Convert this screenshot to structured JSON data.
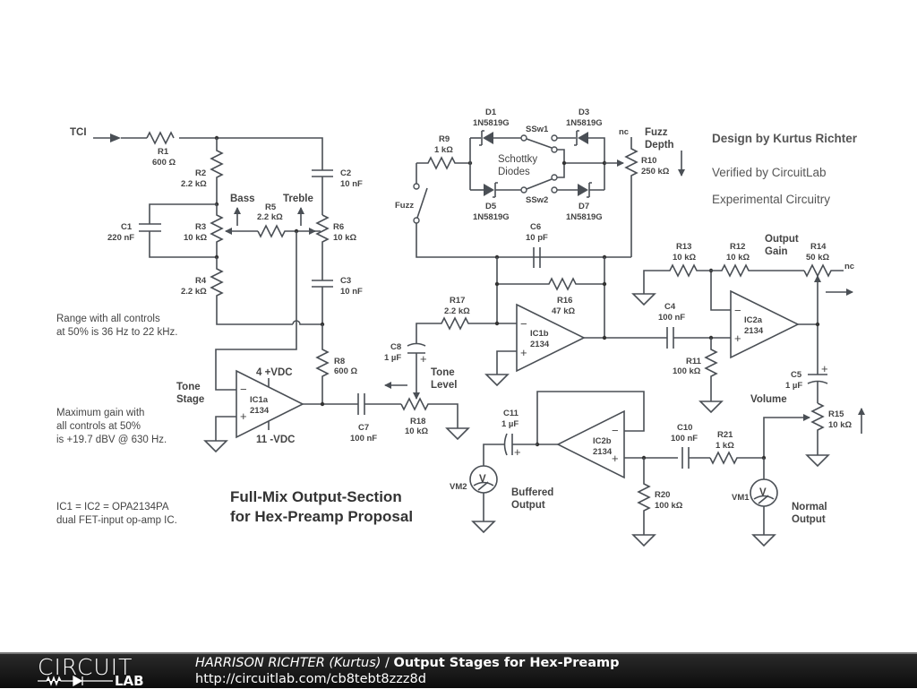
{
  "schematic": {
    "title_line1": "Full-Mix Output-Section",
    "title_line2": "for Hex-Preamp Proposal",
    "credits": {
      "design": "Design by Kurtus Richter",
      "verified": "Verified by CircuitLab",
      "experimental": "Experimental Circuitry"
    },
    "notes": {
      "range_line1": "Range with all controls",
      "range_line2": "at 50% is 36 Hz to 22 kHz.",
      "gain_line1": "Maximum gain with",
      "gain_line2": "all controls at 50%",
      "gain_line3": "is +19.7 dBV @ 630 Hz.",
      "ic_line1": "IC1 = IC2 = OPA2134PA",
      "ic_line2": "dual FET-input op-amp IC."
    },
    "input_label": "TCI",
    "controls": {
      "bass": "Bass",
      "treble": "Treble",
      "fuzz": "Fuzz",
      "fuzz_depth_1": "Fuzz",
      "fuzz_depth_2": "Depth",
      "tone_level_1": "Tone",
      "tone_level_2": "Level",
      "tone_stage_1": "Tone",
      "tone_stage_2": "Stage",
      "output_gain_1": "Output",
      "output_gain_2": "Gain",
      "volume": "Volume",
      "buffered_1": "Buffered",
      "buffered_2": "Output",
      "normal_1": "Normal",
      "normal_2": "Output",
      "nc": "nc",
      "schottky_1": "Schottky",
      "schottky_2": "Diodes",
      "vplus": "4 +VDC",
      "vminus": "11 -VDC"
    },
    "components": {
      "R1": {
        "name": "R1",
        "value": "600 Ω"
      },
      "R2": {
        "name": "R2",
        "value": "2.2 kΩ"
      },
      "R3": {
        "name": "R3",
        "value": "10 kΩ"
      },
      "R4": {
        "name": "R4",
        "value": "2.2 kΩ"
      },
      "R5": {
        "name": "R5",
        "value": "2.2 kΩ"
      },
      "R6": {
        "name": "R6",
        "value": "10 kΩ"
      },
      "R8": {
        "name": "R8",
        "value": "600 Ω"
      },
      "R9": {
        "name": "R9",
        "value": "1 kΩ"
      },
      "R10": {
        "name": "R10",
        "value": "250 kΩ"
      },
      "R11": {
        "name": "R11",
        "value": "100 kΩ"
      },
      "R12": {
        "name": "R12",
        "value": "10 kΩ"
      },
      "R13": {
        "name": "R13",
        "value": "10 kΩ"
      },
      "R14": {
        "name": "R14",
        "value": "50 kΩ"
      },
      "R15": {
        "name": "R15",
        "value": "10 kΩ"
      },
      "R16": {
        "name": "R16",
        "value": "47 kΩ"
      },
      "R17": {
        "name": "R17",
        "value": "2.2 kΩ"
      },
      "R18": {
        "name": "R18",
        "value": "10 kΩ"
      },
      "R20": {
        "name": "R20",
        "value": "100 kΩ"
      },
      "R21": {
        "name": "R21",
        "value": "1 kΩ"
      },
      "C1": {
        "name": "C1",
        "value": "220 nF"
      },
      "C2": {
        "name": "C2",
        "value": "10 nF"
      },
      "C3": {
        "name": "C3",
        "value": "10 nF"
      },
      "C4": {
        "name": "C4",
        "value": "100 nF"
      },
      "C5": {
        "name": "C5",
        "value": "1 µF"
      },
      "C6": {
        "name": "C6",
        "value": "10 pF"
      },
      "C7": {
        "name": "C7",
        "value": "100 nF"
      },
      "C8": {
        "name": "C8",
        "value": "1 µF"
      },
      "C10": {
        "name": "C10",
        "value": "100 nF"
      },
      "C11": {
        "name": "C11",
        "value": "1 µF"
      },
      "D1": {
        "name": "D1",
        "value": "1N5819G"
      },
      "D3": {
        "name": "D3",
        "value": "1N5819G"
      },
      "D5": {
        "name": "D5",
        "value": "1N5819G"
      },
      "D7": {
        "name": "D7",
        "value": "1N5819G"
      },
      "SSw1": {
        "name": "SSw1"
      },
      "SSw2": {
        "name": "SSw2"
      },
      "IC1a": {
        "name": "IC1a",
        "value": "2134"
      },
      "IC1b": {
        "name": "IC1b",
        "value": "2134"
      },
      "IC2a": {
        "name": "IC2a",
        "value": "2134"
      },
      "IC2b": {
        "name": "IC2b",
        "value": "2134"
      },
      "VM1": {
        "name": "VM1",
        "glyph": "V"
      },
      "VM2": {
        "name": "VM2",
        "glyph": "V"
      }
    },
    "opamp_signs": {
      "minus": "−",
      "plus": "+"
    }
  },
  "footer": {
    "logo_top": "CIRCUIT",
    "logo_bottom": "LAB",
    "author": "HARRISON RICHTER (Kurtus)",
    "separator": " / ",
    "project_title": "Output Stages for Hex-Preamp",
    "url": "http://circuitlab.com/cb8tebt8zzz8d"
  }
}
